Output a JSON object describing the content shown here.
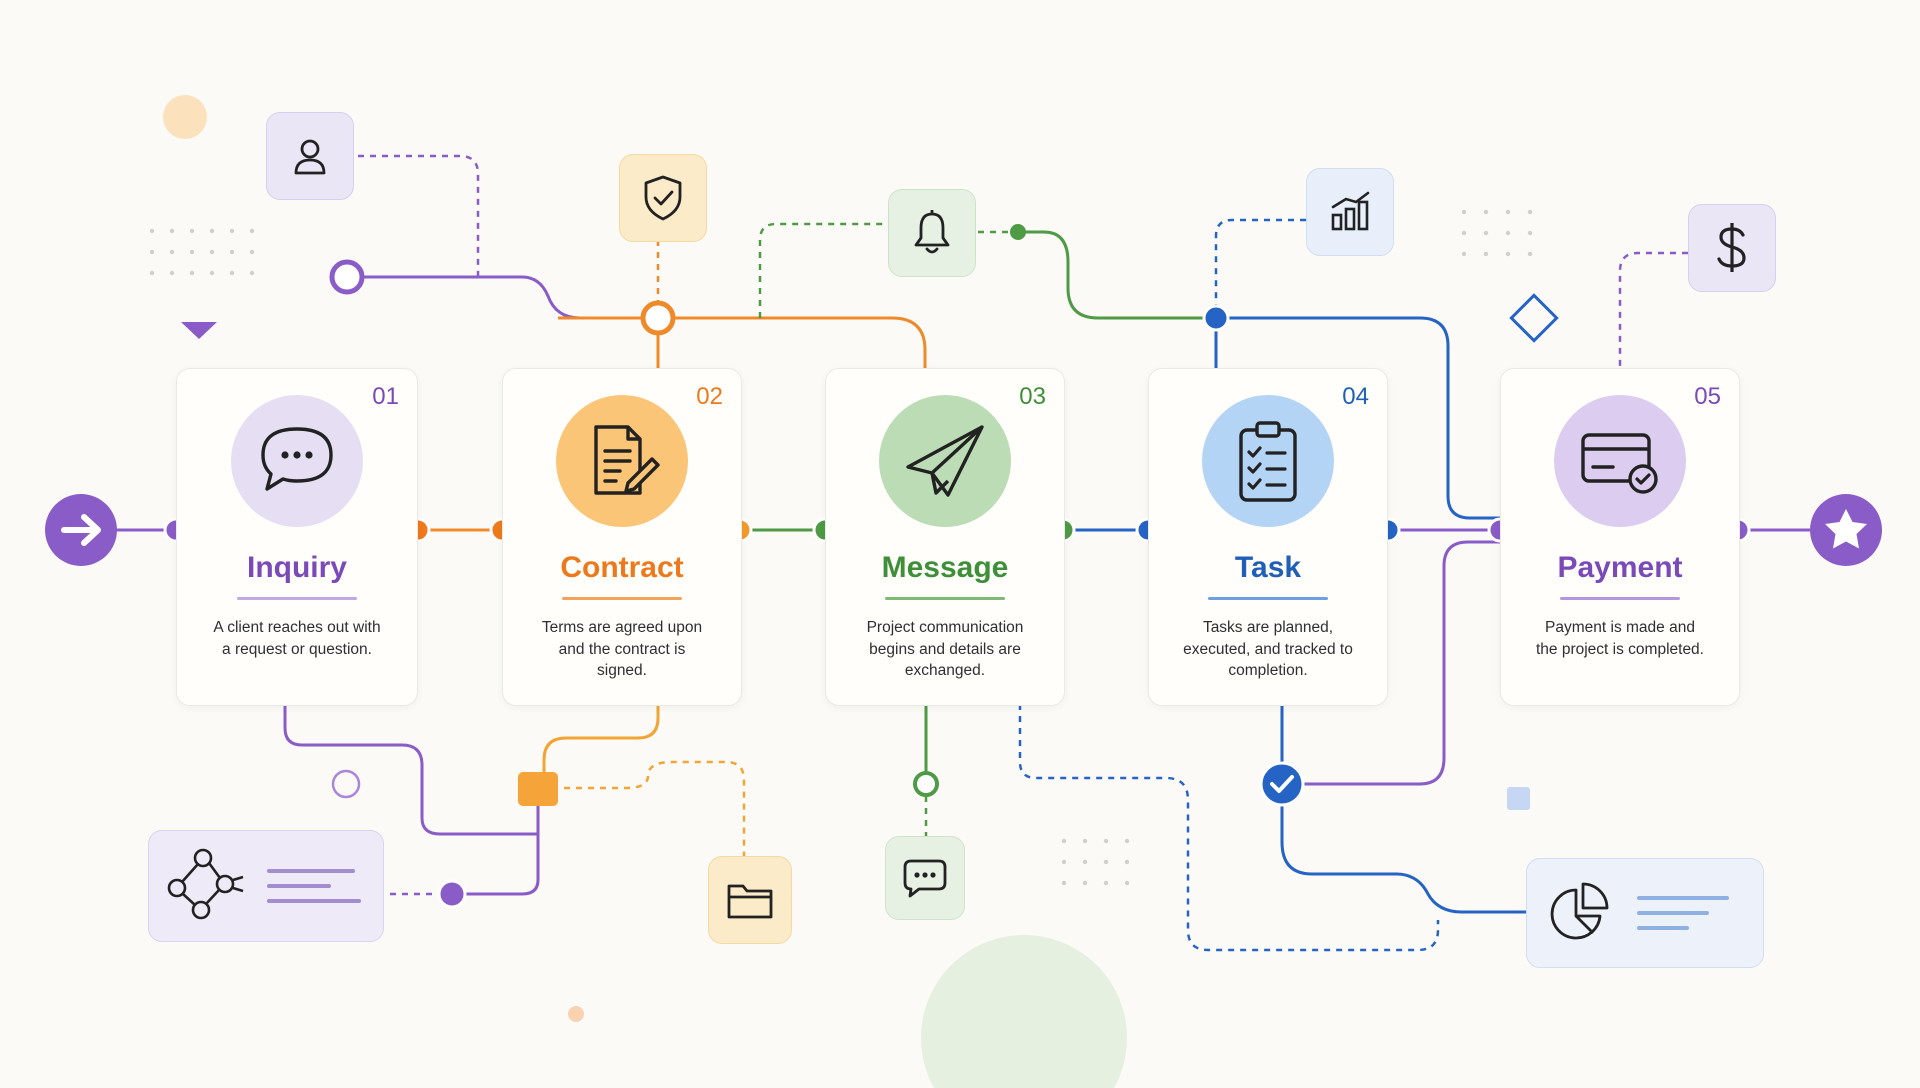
{
  "steps": [
    {
      "num": "01",
      "title": "Inquiry",
      "desc": "A client reaches out with a request or question.",
      "color": "#7a4ab8",
      "disc": "#e6dff3",
      "icon": "chat-bubble-icon"
    },
    {
      "num": "02",
      "title": "Contract",
      "desc": "Terms are agreed upon and the contract is signed.",
      "color": "#ec7a1c",
      "disc": "#fbc577",
      "icon": "document-pen-icon"
    },
    {
      "num": "03",
      "title": "Message",
      "desc": "Project communication begins and details are exchanged.",
      "color": "#3f8f39",
      "disc": "#bcdcb5",
      "icon": "paper-plane-icon"
    },
    {
      "num": "04",
      "title": "Task",
      "desc": "Tasks are planned, executed, and tracked to completion.",
      "color": "#1f5fb8",
      "disc": "#b4d4f5",
      "icon": "checklist-clipboard-icon"
    },
    {
      "num": "05",
      "title": "Payment",
      "desc": "Payment is made and the project is completed.",
      "color": "#7a4ab8",
      "disc": "#dccdf0",
      "icon": "credit-card-check-icon"
    }
  ],
  "icons": [
    "user-icon",
    "shield-check-icon",
    "bell-icon",
    "bar-chart-icon",
    "dollar-icon",
    "folder-icon",
    "chat-dots-icon",
    "network-nodes-icon",
    "pie-chart-icon",
    "arrow-right-icon",
    "star-icon",
    "check-icon"
  ],
  "colors": {
    "purple": "#8a5cc8",
    "orange": "#ef8a2a",
    "green": "#4e9a45",
    "blue": "#2563c4",
    "background": "#fbfaf6"
  }
}
